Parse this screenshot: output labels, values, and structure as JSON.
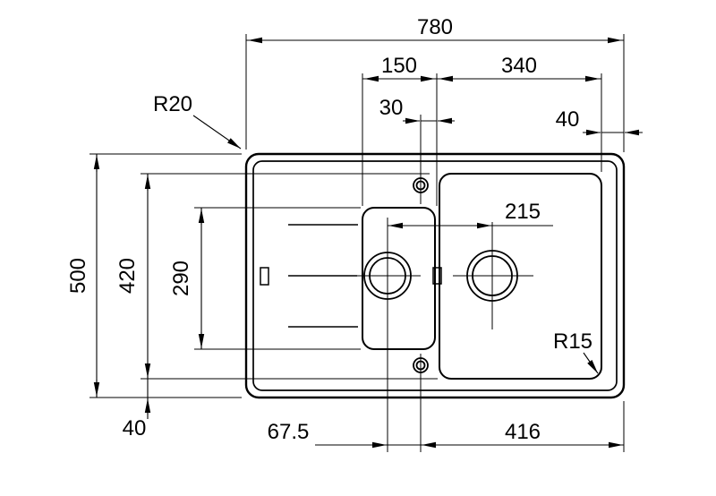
{
  "drawing": {
    "labels": {
      "overall_width": "780",
      "small_bowl_width": "150",
      "large_bowl_width": "340",
      "tap_center_offset": "30",
      "right_edge_margin": "40",
      "outer_corner_radius": "R20",
      "overall_depth": "500",
      "bowl_depth": "420",
      "small_bowl_depth": "290",
      "bottom_edge_margin": "40",
      "drain_spacing": "215",
      "bowl_corner_radius": "R15",
      "drain_offset": "67.5",
      "right_section_width": "416"
    }
  }
}
